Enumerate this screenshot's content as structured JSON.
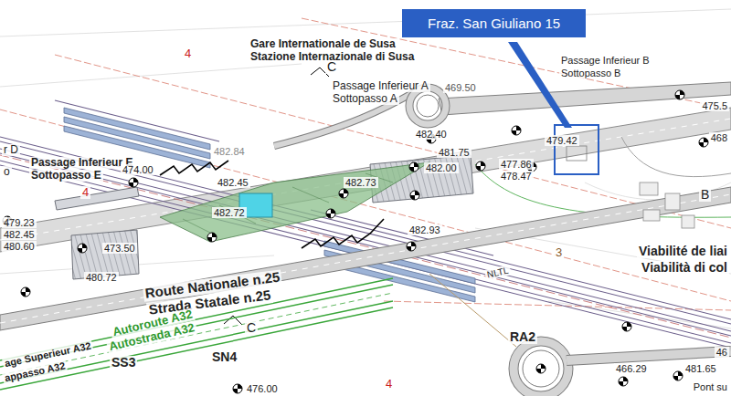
{
  "diagram": {
    "nodes": [
      {
        "text": [
          "Fraz. San Giuliano 15"
        ]
      }
    ],
    "labels": [
      "Gare Internationale de Susa",
      "Stazione Internazionale di Susa",
      "C",
      "Passage Inferieur A",
      "Sottopasso A",
      "469.50",
      "Passage Inferieur B",
      "Sottopasso B",
      "475.5",
      "468",
      "482.84",
      "482.40",
      "481.75",
      "482.00",
      "479.42",
      "477.86",
      "478.47",
      "482.45",
      "482.73",
      "482.72",
      "482.93",
      "r D",
      "o",
      "Passage Inferieur E",
      "Sottopasso E",
      "474.00",
      "479.23",
      "482.45",
      "480.60",
      "473.50",
      "4",
      "4",
      "4",
      "3",
      "Route Nationale n.25",
      "Strada Statale n.25",
      "C",
      "480.72",
      "age Superieur A32",
      "appasso A32",
      "Autoroute A32",
      "Autostrada A32",
      "SS3",
      "SN4",
      "476.00",
      "RA2",
      "NLTL",
      "Viabilité de liai",
      "Viabilità di col",
      "B",
      "466.29",
      "481.65",
      "46",
      "Pont su"
    ]
  }
}
